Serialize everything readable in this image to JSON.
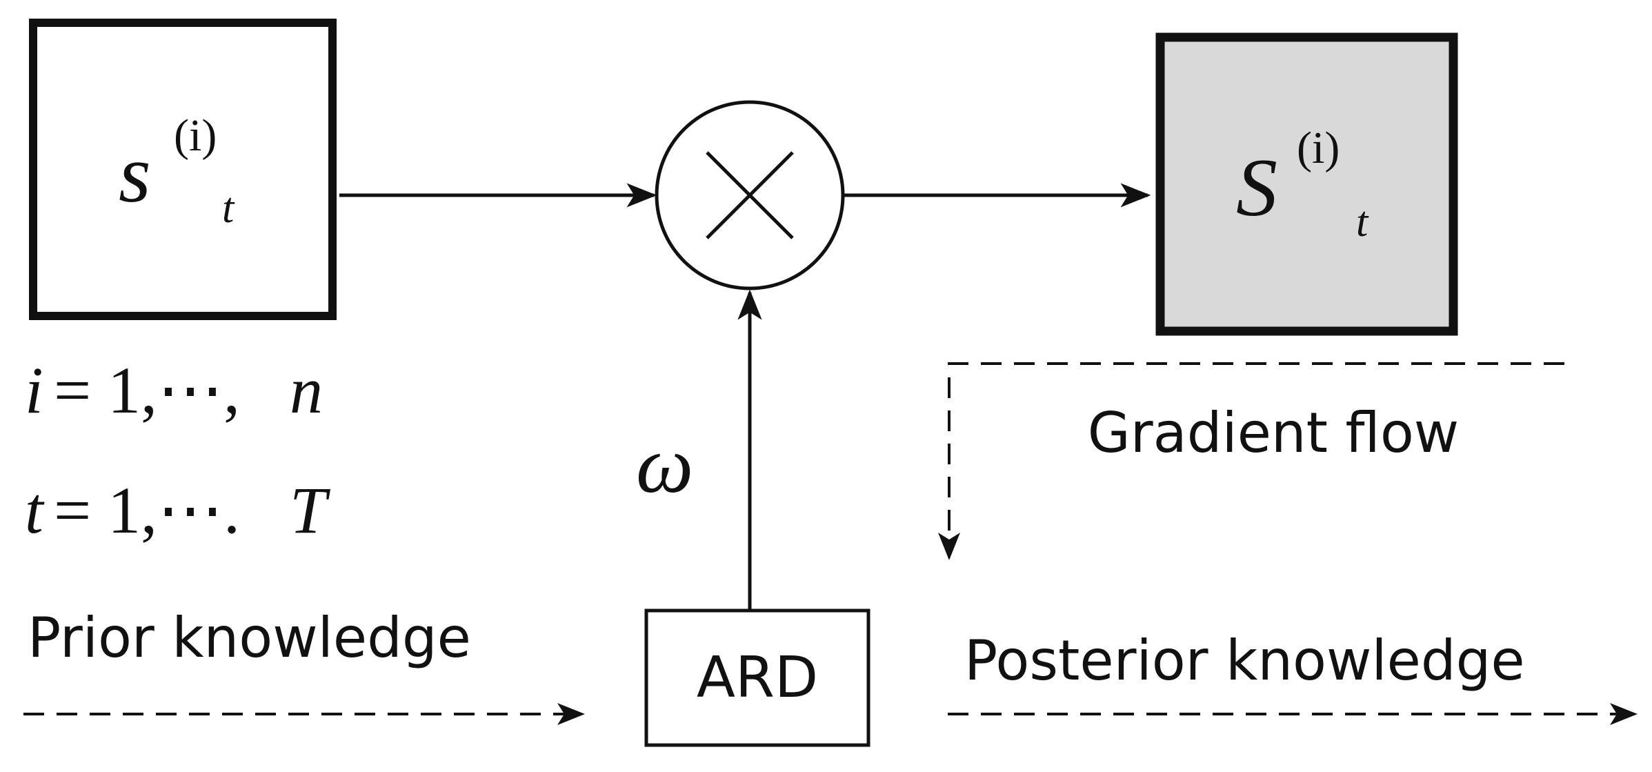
{
  "input_node": {
    "symbol": "s",
    "superscript": "(i)",
    "subscript": "t"
  },
  "output_node": {
    "symbol": "S",
    "superscript": "(i)",
    "subscript": "t"
  },
  "index_ranges": {
    "i_line": {
      "var": "i",
      "eq": "=",
      "value": "1,⋯,",
      "end": "n"
    },
    "t_line": {
      "var": "t",
      "eq": "=",
      "value": "1,⋯.",
      "end": "T"
    }
  },
  "weight_symbol": "ω",
  "ard_label": "ARD",
  "labels": {
    "prior": "Prior knowledge",
    "gradient": "Gradient flow",
    "posterior": "Posterior knowledge"
  },
  "colors": {
    "stroke": "#111111",
    "output_fill": "#d9d9d9",
    "background": "#ffffff"
  }
}
